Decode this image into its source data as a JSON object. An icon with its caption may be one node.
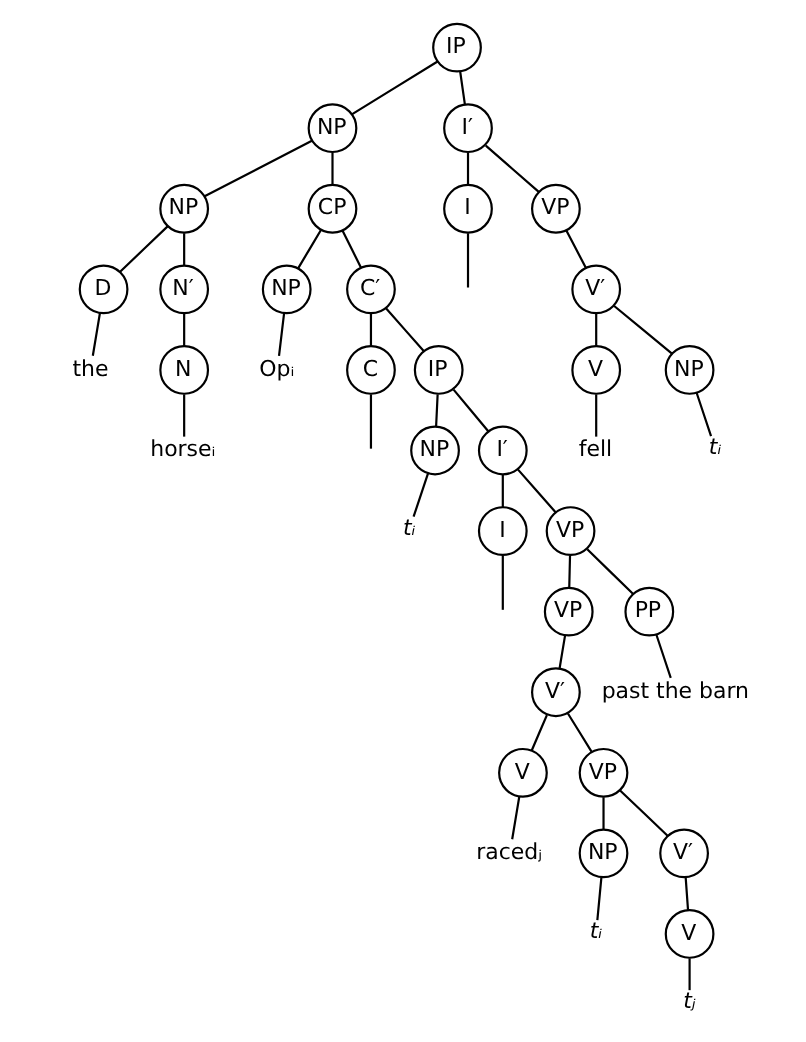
{
  "diagram": {
    "nodes": [
      {
        "text": [
          "IP"
        ]
      },
      {
        "text": [
          "NP"
        ]
      },
      {
        "text": [
          "NP"
        ]
      },
      {
        "text": [
          "D"
        ]
      },
      {
        "text": [
          "the"
        ]
      },
      {
        "text": [
          "N′"
        ]
      },
      {
        "text": [
          "N"
        ]
      },
      {
        "text": [
          "horseᵢ"
        ]
      },
      {
        "text": [
          "CP"
        ]
      },
      {
        "text": [
          "NP"
        ]
      },
      {
        "text": [
          "Opᵢ"
        ]
      },
      {
        "text": [
          "C′"
        ]
      },
      {
        "text": [
          "C"
        ]
      },
      {
        "text": [
          "IP"
        ]
      },
      {
        "text": [
          "NP"
        ]
      },
      {
        "text": [
          "tᵢ"
        ]
      },
      {
        "text": [
          "I′"
        ]
      },
      {
        "text": [
          "I"
        ]
      },
      {
        "text": [
          "VP"
        ]
      },
      {
        "text": [
          "VP"
        ]
      },
      {
        "text": [
          "V′"
        ]
      },
      {
        "text": [
          "V"
        ]
      },
      {
        "text": [
          "racedⱼ"
        ]
      },
      {
        "text": [
          "VP"
        ]
      },
      {
        "text": [
          "NP"
        ]
      },
      {
        "text": [
          "tᵢ"
        ]
      },
      {
        "text": [
          "V′"
        ]
      },
      {
        "text": [
          "V"
        ]
      },
      {
        "text": [
          "tⱼ"
        ]
      },
      {
        "text": [
          "PP"
        ]
      },
      {
        "text": [
          "past the barn"
        ]
      },
      {
        "text": [
          "I′"
        ]
      },
      {
        "text": [
          "I"
        ]
      },
      {
        "text": [
          "VP"
        ]
      },
      {
        "text": [
          "V′"
        ]
      },
      {
        "text": [
          "V"
        ]
      },
      {
        "text": [
          "fell"
        ]
      },
      {
        "text": [
          "NP"
        ]
      },
      {
        "text": [
          "tᵢ"
        ]
      }
    ],
    "edges": [
      {
        "from": 0,
        "to": 1,
        "arrow": "none"
      },
      {
        "from": 0,
        "to": 31,
        "arrow": "none"
      },
      {
        "from": 1,
        "to": 2,
        "arrow": "none"
      },
      {
        "from": 1,
        "to": 8,
        "arrow": "none"
      },
      {
        "from": 2,
        "to": 3,
        "arrow": "none"
      },
      {
        "from": 3,
        "to": 4,
        "arrow": "none"
      },
      {
        "from": 2,
        "to": 5,
        "arrow": "none"
      },
      {
        "from": 5,
        "to": 6,
        "arrow": "none"
      },
      {
        "from": 6,
        "to": 7,
        "arrow": "none"
      },
      {
        "from": 8,
        "to": 9,
        "arrow": "none"
      },
      {
        "from": 9,
        "to": 10,
        "arrow": "none"
      },
      {
        "from": 8,
        "to": 11,
        "arrow": "none"
      },
      {
        "from": 11,
        "to": 12,
        "arrow": "none"
      },
      {
        "from": 12,
        "to": null,
        "arrow": "none"
      },
      {
        "from": 11,
        "to": 13,
        "arrow": "none"
      },
      {
        "from": 13,
        "to": 14,
        "arrow": "none"
      },
      {
        "from": 14,
        "to": 15,
        "arrow": "none"
      },
      {
        "from": 13,
        "to": 16,
        "arrow": "none"
      },
      {
        "from": 16,
        "to": 17,
        "arrow": "none"
      },
      {
        "from": 17,
        "to": null,
        "arrow": "none"
      },
      {
        "from": 16,
        "to": 18,
        "arrow": "none"
      },
      {
        "from": 18,
        "to": 19,
        "arrow": "none"
      },
      {
        "from": 18,
        "to": 29,
        "arrow": "none"
      },
      {
        "from": 19,
        "to": 20,
        "arrow": "none"
      },
      {
        "from": 20,
        "to": 21,
        "arrow": "none"
      },
      {
        "from": 21,
        "to": 22,
        "arrow": "none"
      },
      {
        "from": 20,
        "to": 23,
        "arrow": "none"
      },
      {
        "from": 23,
        "to": 24,
        "arrow": "none"
      },
      {
        "from": 24,
        "to": 25,
        "arrow": "none"
      },
      {
        "from": 23,
        "to": 26,
        "arrow": "none"
      },
      {
        "from": 26,
        "to": 27,
        "arrow": "none"
      },
      {
        "from": 27,
        "to": 28,
        "arrow": "none"
      },
      {
        "from": 29,
        "to": 30,
        "arrow": "none"
      },
      {
        "from": 31,
        "to": 32,
        "arrow": "none"
      },
      {
        "from": 32,
        "to": null,
        "arrow": "none"
      },
      {
        "from": 31,
        "to": 33,
        "arrow": "none"
      },
      {
        "from": 33,
        "to": 34,
        "arrow": "none"
      },
      {
        "from": 34,
        "to": 35,
        "arrow": "none"
      },
      {
        "from": 35,
        "to": 36,
        "arrow": "none"
      },
      {
        "from": 34,
        "to": 37,
        "arrow": "none"
      },
      {
        "from": 37,
        "to": 38,
        "arrow": "none"
      }
    ]
  }
}
